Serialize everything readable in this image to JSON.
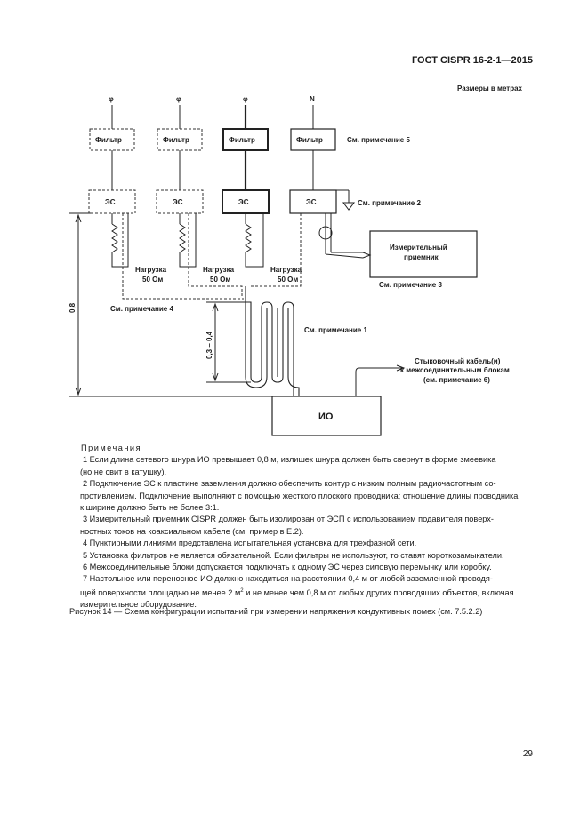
{
  "header": {
    "standard": "ГОСТ CISPR 16-2-1—2015"
  },
  "dimensions_note": "Размеры в метрах",
  "diagram": {
    "phase_symbols": [
      "φ",
      "φ",
      "φ",
      "N"
    ],
    "filter_label": "Фильтр",
    "filter_note": "См. примечание 5",
    "ec_label": "ЭС",
    "ec_note": "См. примечание 2",
    "load_line1": "Нагрузка",
    "load_line2": "50 Ом",
    "receiver_line1": "Измерительный",
    "receiver_line2": "приемник",
    "receiver_note": "См. примечание 3",
    "dashed_note": "См. примечание 4",
    "coil_note": "См. примечание 1",
    "cable_line1": "Стыковочный кабель(и)",
    "cable_line2": "к межсоединительным блокам",
    "cable_line3": "(см. примечание 6)",
    "eut_label": "ИО",
    "dim_08": "0,8",
    "dim_0304": "0,3 – 0,4"
  },
  "notes": {
    "heading": "Примечания",
    "n1a": "1 Если длина сетевого шнура ИО превышает 0,8 м, излишек шнура должен быть свернут в форме змеевика",
    "n1b": "(но не свит в катушку).",
    "n2a": "2 Подключение ЭС к пластине заземления должно обеспечить контур с низким полным радиочастотным со-",
    "n2b": "противлением. Подключение выполняют с помощью жесткого плоского проводника; отношение длины проводника",
    "n2c": "к ширине должно быть не более 3:1.",
    "n3a": "3 Измерительный приемник CISPR должен быть изолирован от ЭСП с использованием подавителя поверх-",
    "n3b": "ностных токов на коаксиальном кабеле (см. пример в Е.2).",
    "n4": "4 Пунктирными линиями представлена испытательная установка для трехфазной сети.",
    "n5": "5 Установка фильтров не является обязательной. Если фильтры не используют, то ставят короткозамыкатели.",
    "n6": "6 Межсоединительные блоки допускается подключать к одному ЭС через силовую перемычку или коробку.",
    "n7a": "7 Настольное или переносное ИО должно находиться на расстоянии 0,4 м от любой заземленной проводя-",
    "n7b_pre": "щей поверхности площадью не менее 2 м",
    "n7b_sup": "2",
    "n7b_post": " и не менее чем 0,8 м от любых других проводящих объектов, включая",
    "n7c": "измерительное оборудование."
  },
  "caption": "Рисунок 14 — Схема конфигурации испытаний при измерении напряжения кондуктивных помех (см. 7.5.2.2)",
  "page_number": "29"
}
